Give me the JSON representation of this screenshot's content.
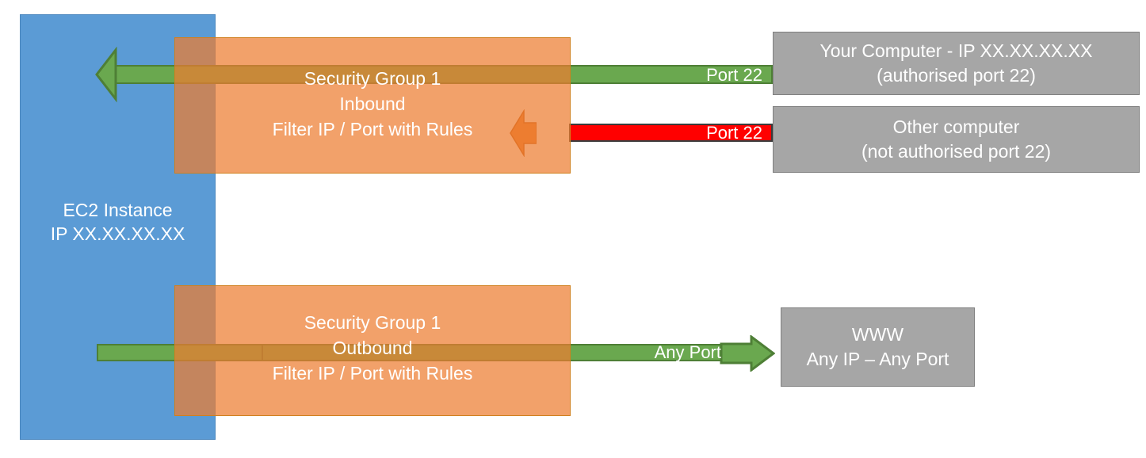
{
  "diagram": {
    "title": "AWS EC2 Security Group inbound and outbound traffic filtering",
    "colors": {
      "instance_blue": "#5b9bd5",
      "security_group_orange": "#ed7d31",
      "allowed_green": "#6aa84f",
      "blocked_red": "#ff0000",
      "endpoint_gray": "#a6a6a6",
      "arrow_orange": "#ed7d31",
      "text_white": "#ffffff"
    }
  },
  "instance": {
    "label": "EC2 Instance\nIP XX.XX.XX.XX"
  },
  "security_groups": {
    "inbound": {
      "label": "Security Group 1\nInbound\nFilter IP / Port with Rules"
    },
    "outbound": {
      "label": "Security Group 1\nOutbound\nFilter IP / Port with Rules"
    }
  },
  "connections": [
    {
      "id": "allowed-inbound",
      "port_label": "Port 22",
      "state": "allowed",
      "color": "#6aa84f",
      "direction": "inbound"
    },
    {
      "id": "blocked-inbound",
      "port_label": "Port 22",
      "state": "blocked",
      "color": "#ff0000",
      "direction": "inbound"
    },
    {
      "id": "allowed-outbound",
      "port_label": "Any Port",
      "state": "allowed",
      "color": "#6aa84f",
      "direction": "outbound"
    }
  ],
  "endpoints": {
    "your_computer": "Your Computer - IP XX.XX.XX.XX\n(authorised port 22)",
    "other_computer": "Other computer\n(not authorised port 22)",
    "www": "WWW\nAny IP – Any Port"
  }
}
